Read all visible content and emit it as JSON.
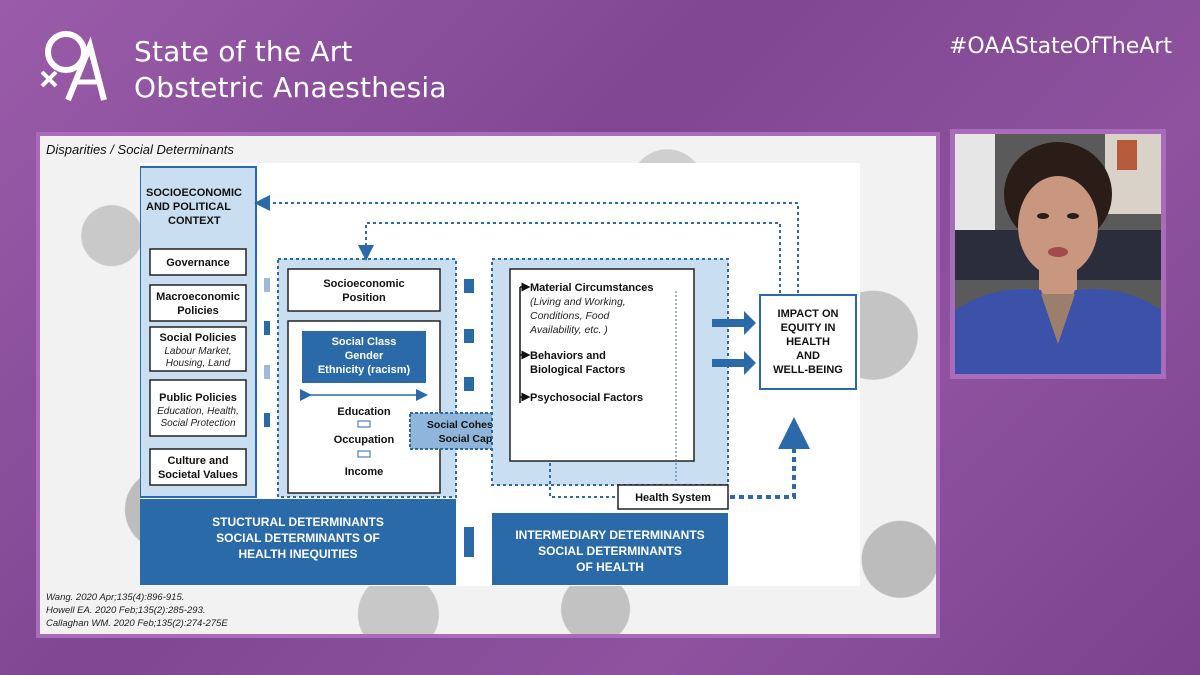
{
  "header": {
    "logo_text": "OA",
    "title_line1": "State of the Art",
    "title_line2": "Obstetric Anaesthesia",
    "hashtag": "#OAAStateOfTheArt"
  },
  "slide": {
    "title": "Disparities / Social Determinants",
    "references": [
      "Wang. 2020 Apr;135(4):896-915.",
      "Howell EA. 2020 Feb;135(2):285-293.",
      "Callaghan WM. 2020 Feb;135(2):274-275E"
    ]
  },
  "diagram": {
    "context": {
      "title": [
        "SOCIOECONOMIC",
        "AND POLITICAL",
        "CONTEXT"
      ],
      "items": {
        "governance": "Governance",
        "macro": [
          "Macroeconomic",
          "Policies"
        ],
        "social_title": "Social Policies",
        "social_sub": [
          "Labour Market,",
          "Housing, Land"
        ],
        "public_title": "Public Policies",
        "public_sub": [
          "Education, Health,",
          "Social Protection"
        ],
        "culture": [
          "Culture and",
          "Societal Values"
        ]
      }
    },
    "structural": {
      "position": [
        "Socioeconomic",
        "Position"
      ],
      "class_box": [
        "Social Class",
        "Gender",
        "Ethnicity (racism)"
      ],
      "education": "Education",
      "occupation": "Occupation",
      "income": "Income",
      "footer": [
        "STUCTURAL DETERMINANTS",
        "SOCIAL DETERMINANTS OF",
        "HEALTH INEQUITIES"
      ]
    },
    "cohesion": [
      "Social Cohesion &",
      "Social Capital"
    ],
    "intermediary": {
      "material": "Material Circumstances",
      "material_sub": [
        "(Living and Working,",
        "Conditions, Food",
        "Availability, etc. )"
      ],
      "behaviors": [
        "Behaviors and",
        "Biological Factors"
      ],
      "psychosocial": "Psychosocial Factors",
      "health_system": "Health System",
      "footer": [
        "INTERMEDIARY DETERMINANTS",
        "SOCIAL DETERMINANTS",
        "OF HEALTH"
      ]
    },
    "impact": [
      "IMPACT ON",
      "EQUITY IN",
      "HEALTH",
      "AND",
      "WELL-BEING"
    ]
  },
  "colors": {
    "background": "#8a4f9c",
    "frame": "#a96cbb",
    "diagram_blue": "#2a6aa8",
    "diagram_light": "#c9def0"
  },
  "icons": {
    "logo": "oaa-logo-icon"
  }
}
